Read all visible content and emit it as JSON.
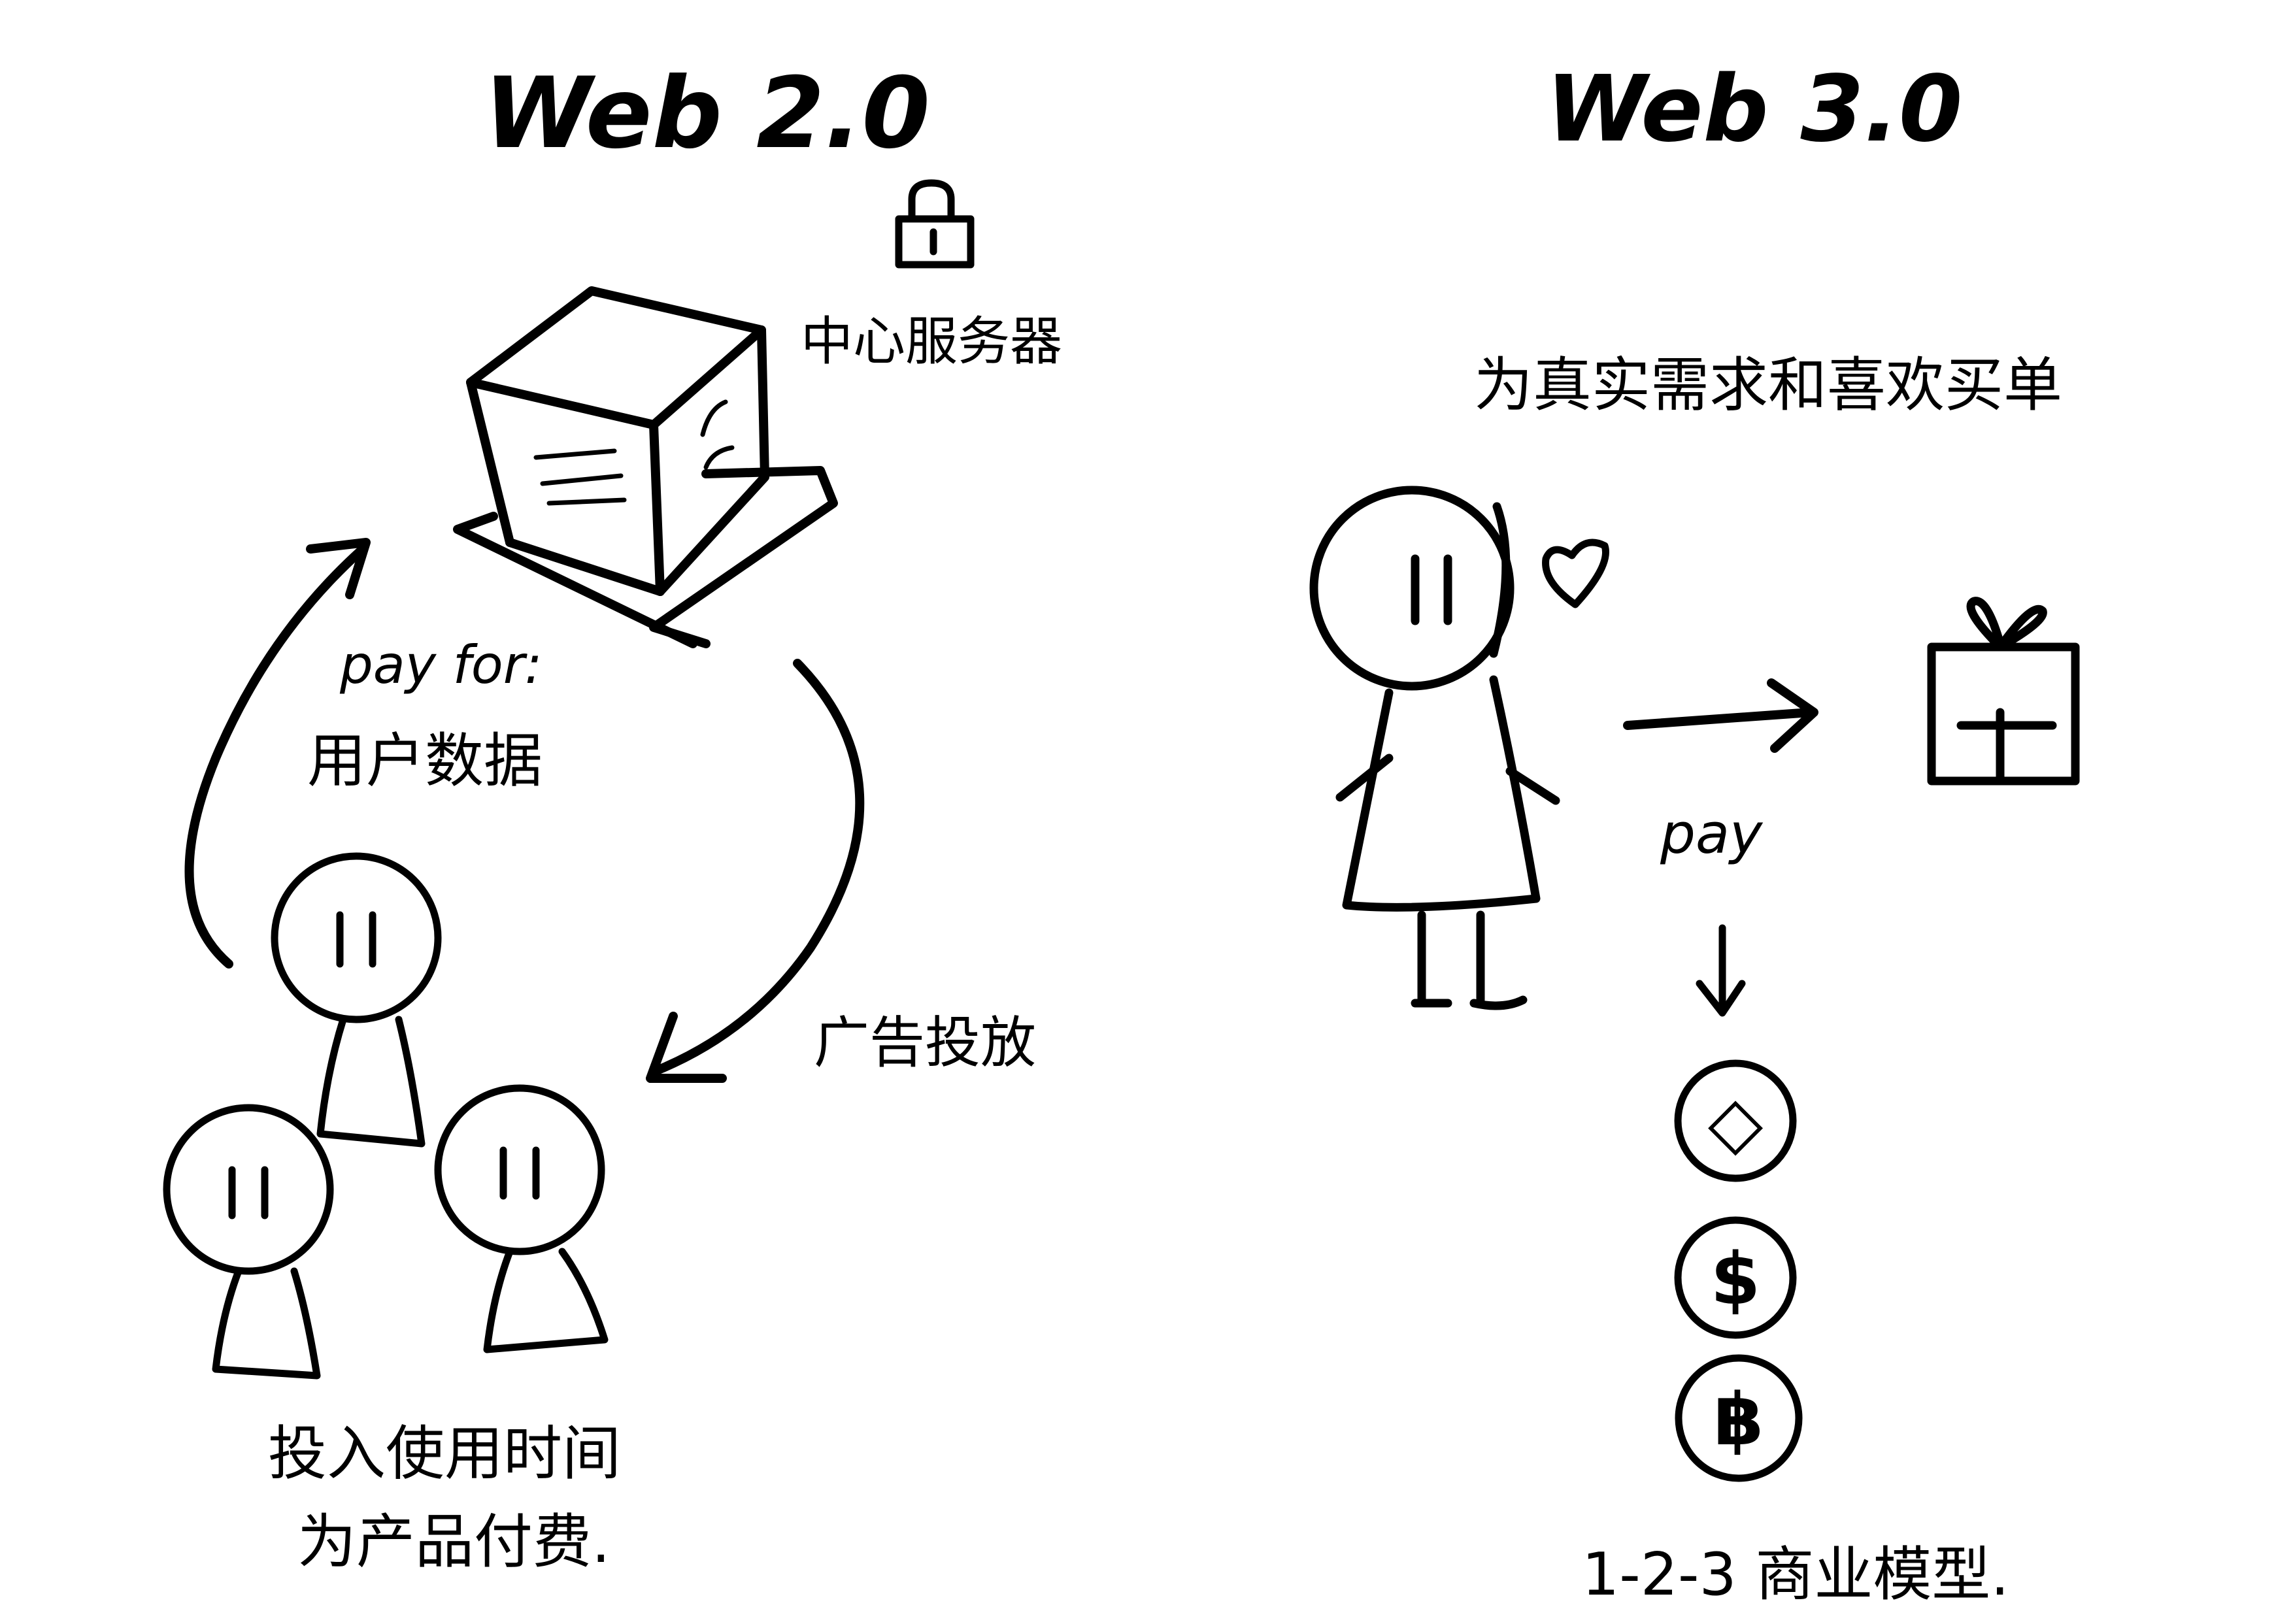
{
  "web2": {
    "title": "Web 2.0",
    "server_label": "中心服务器",
    "pay_label": "pay for:",
    "pay_item": "用户数据",
    "ads_label": "广告投放",
    "caption_line1": "投入使用时间",
    "caption_line2": "为产品付费."
  },
  "web3": {
    "title": "Web 3.0",
    "need_label": "为真实需求和喜欢买单",
    "pay_label": "pay",
    "model_label": "1-2-3 商业模型.",
    "coins": [
      {
        "symbol": "◇"
      },
      {
        "symbol": "$"
      },
      {
        "symbol": "฿"
      }
    ]
  }
}
